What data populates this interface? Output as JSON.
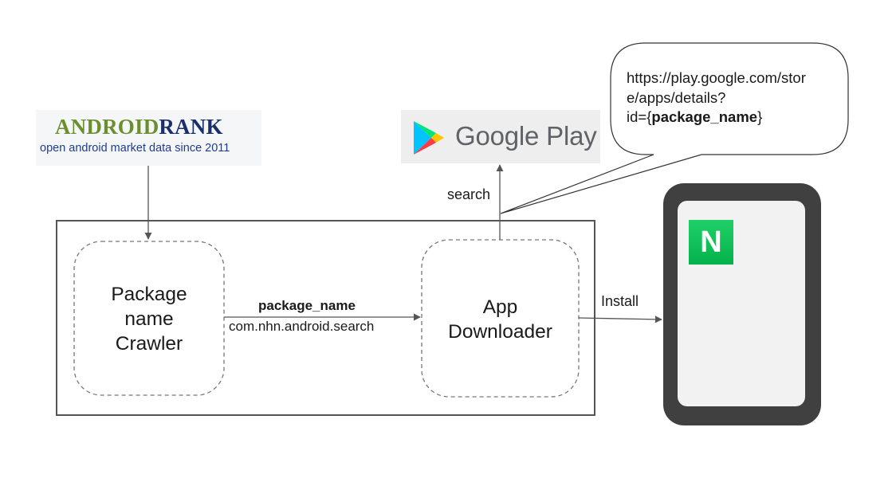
{
  "logos": {
    "androidrank": {
      "wordmark_part1": "ANDROID",
      "wordmark_part2": "RANK",
      "tagline": "open android market data since 2011"
    },
    "google_play": {
      "wordmark": "Google Play",
      "icon": "google-play-triangle-icon"
    }
  },
  "bubble": {
    "line1": "https://play.google.com/stor",
    "line2": "e/apps/details?",
    "line3_prefix": "id={",
    "line3_bold": "package_name",
    "line3_suffix": "}"
  },
  "nodes": {
    "crawler": {
      "line1": "Package",
      "line2": "name",
      "line3": "Crawler"
    },
    "downloader": {
      "line1": "App",
      "line2": "Downloader"
    }
  },
  "edges": {
    "package_name_title": "package_name",
    "package_name_value": "com.nhn.android.search",
    "search": "search",
    "install": "Install"
  },
  "phone": {
    "app_icon": "naver-app-icon",
    "app_letter": "N"
  },
  "colors": {
    "androidrank_green": "#6c8f2e",
    "androidrank_navy": "#1b2f6b",
    "naver_green": "#03c75a",
    "phone_frame": "#404040",
    "line": "#555555"
  }
}
